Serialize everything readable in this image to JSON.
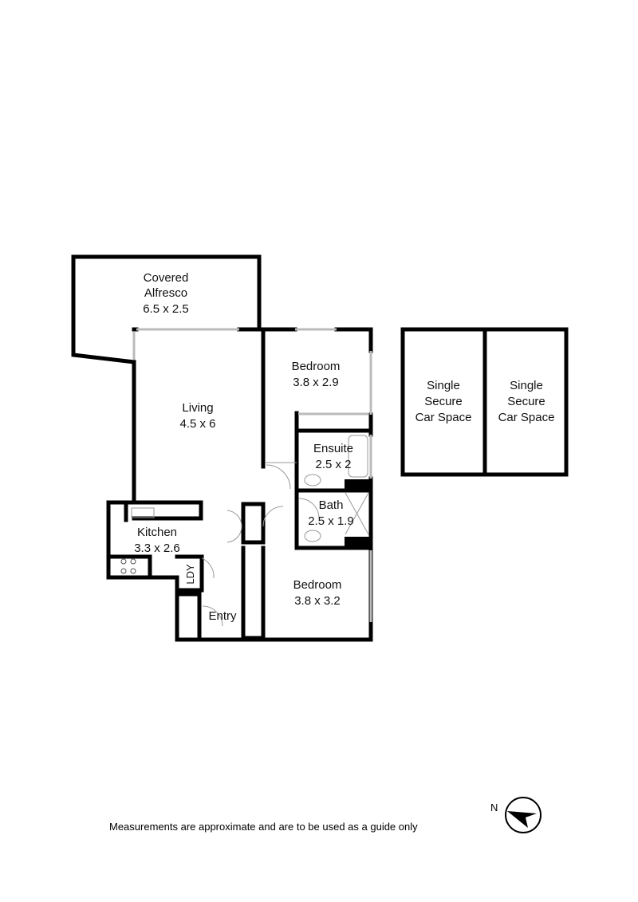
{
  "rooms": {
    "alfresco": {
      "name1": "Covered",
      "name2": "Alfresco",
      "size": "6.5 x 2.5"
    },
    "living": {
      "name": "Living",
      "size": "4.5 x 6"
    },
    "bedroom1": {
      "name": "Bedroom",
      "size": "3.8 x 2.9"
    },
    "ensuite": {
      "name": "Ensuite",
      "size": "2.5 x 2"
    },
    "bath": {
      "name": "Bath",
      "size": "2.5 x 1.9"
    },
    "kitchen": {
      "name": "Kitchen",
      "size": "3.3 x 2.6"
    },
    "laundry": {
      "name": "LDY"
    },
    "entry": {
      "name": "Entry"
    },
    "bedroom2": {
      "name": "Bedroom",
      "size": "3.8 x 3.2"
    },
    "car1": {
      "line1": "Single",
      "line2": "Secure",
      "line3": "Car Space"
    },
    "car2": {
      "line1": "Single",
      "line2": "Secure",
      "line3": "Car Space"
    }
  },
  "footer": {
    "disclaimer": "Measurements are approximate and are to be used as a guide only"
  },
  "compass": {
    "label": "N",
    "icon": "north-arrow-icon"
  }
}
